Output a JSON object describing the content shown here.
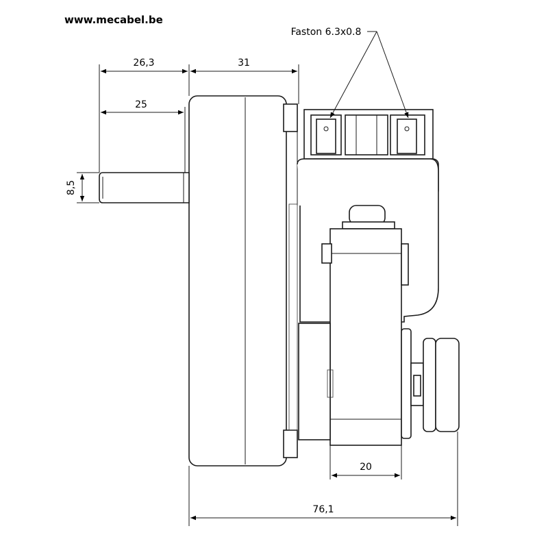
{
  "header": {
    "website": "www.mecabel.be"
  },
  "callout": {
    "label": "Faston 6.3x0.8"
  },
  "dimensions": {
    "overall_length": "76,1",
    "shaft_offset": "26,3",
    "body_depth": "31",
    "shaft_length": "25",
    "shaft_diameter": "8,5",
    "coil_width": "20"
  }
}
